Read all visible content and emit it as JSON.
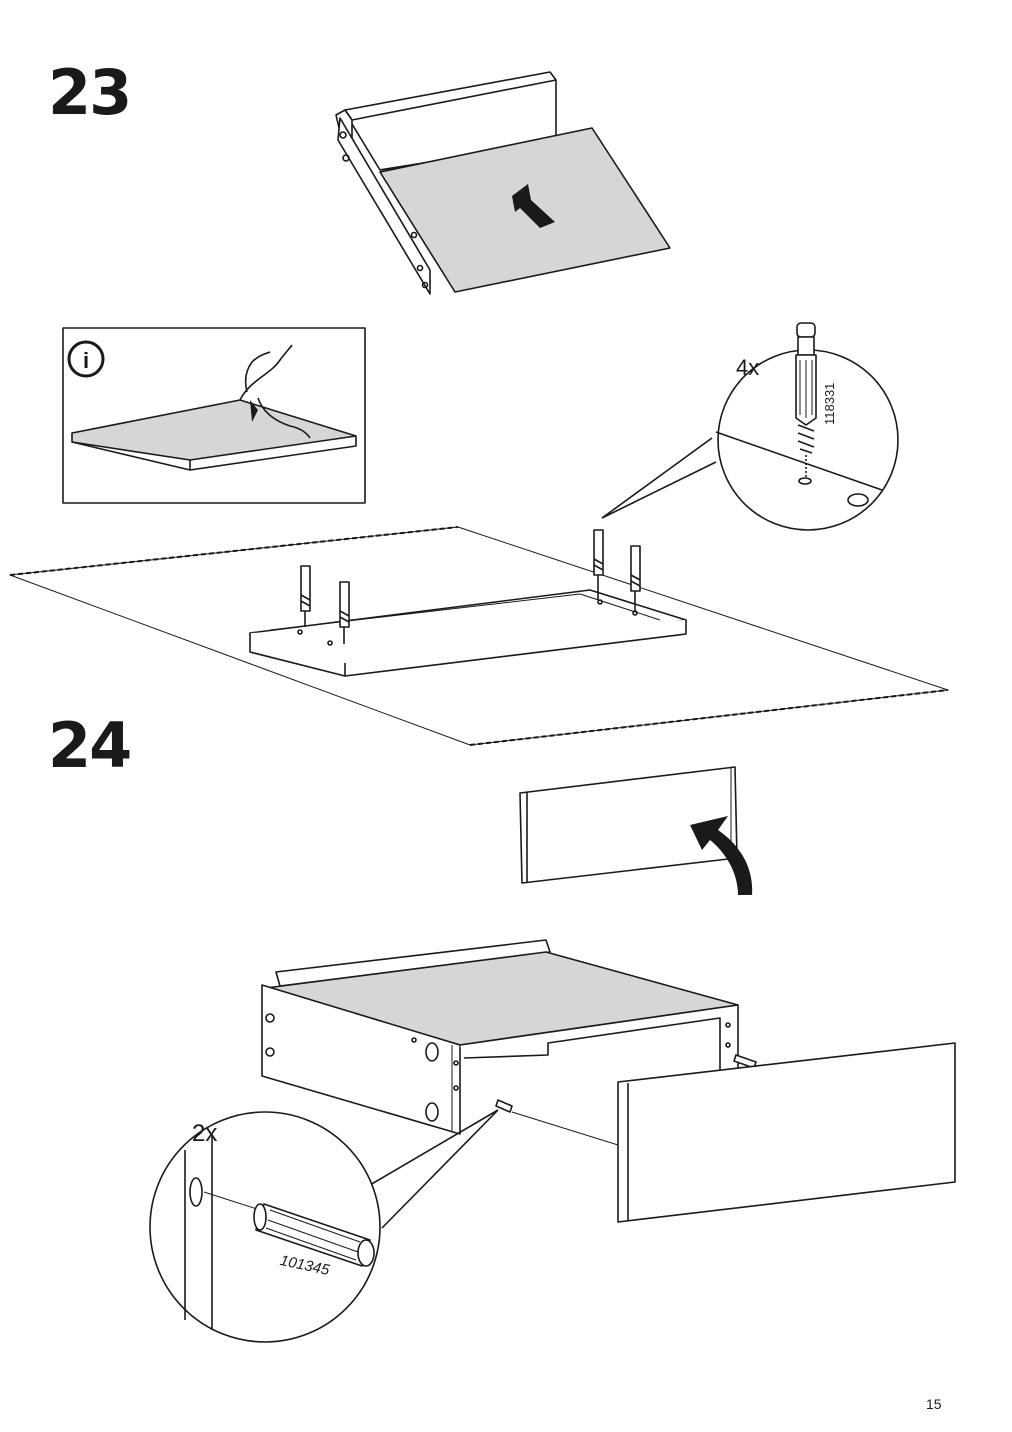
{
  "steps": {
    "first": {
      "number": "23"
    },
    "second": {
      "number": "24"
    }
  },
  "callouts": {
    "screw_quantity": "4x",
    "screw_code": "118331",
    "dowel_quantity": "2x",
    "dowel_code": "101345"
  },
  "info_box": {
    "icon": "info-icon"
  },
  "page": {
    "number": "15"
  },
  "colors": {
    "line": "#1a1a1a",
    "panel_fill": "#d6d6d6",
    "arrow_fill": "#1a1a1a",
    "background": "#ffffff"
  }
}
